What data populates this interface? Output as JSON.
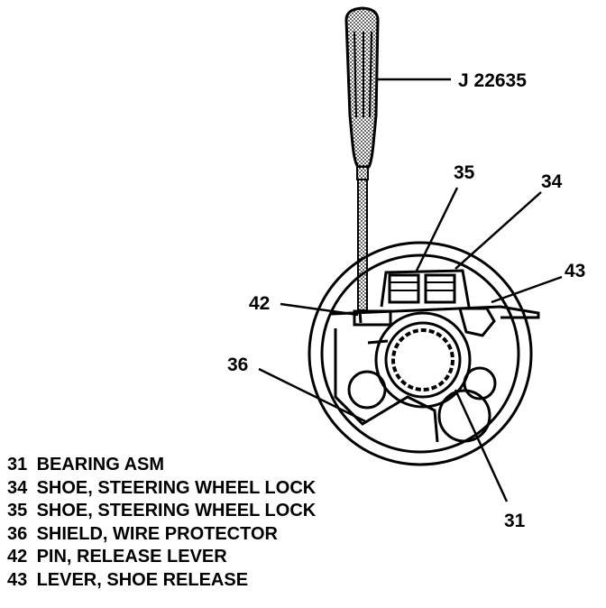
{
  "tool_label": "J 22635",
  "callouts": {
    "c31": "31",
    "c34": "34",
    "c35": "35",
    "c36": "36",
    "c42": "42",
    "c43": "43"
  },
  "legend": [
    {
      "num": "31",
      "text": "BEARING ASM"
    },
    {
      "num": "34",
      "text": "SHOE, STEERING WHEEL LOCK"
    },
    {
      "num": "35",
      "text": "SHOE, STEERING WHEEL LOCK"
    },
    {
      "num": "36",
      "text": "SHIELD, WIRE PROTECTOR"
    },
    {
      "num": "42",
      "text": "PIN, RELEASE LEVER"
    },
    {
      "num": "43",
      "text": "LEVER, SHOE RELEASE"
    }
  ]
}
